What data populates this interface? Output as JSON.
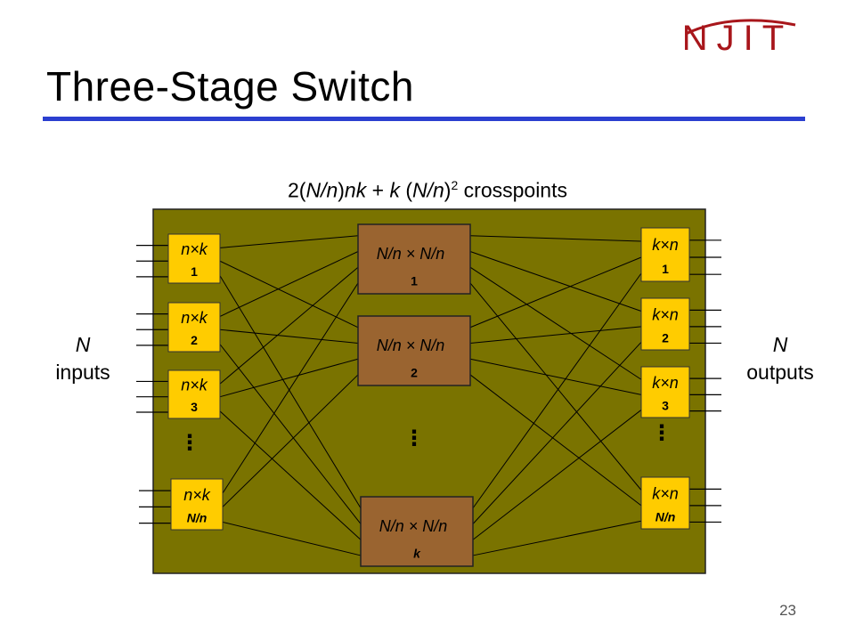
{
  "header": {
    "title": "Three-Stage Switch",
    "logo_text": "NJIT",
    "accent_color": "#2b3fd0",
    "logo_color": "#a8161b"
  },
  "diagram": {
    "formula": {
      "prefix": "2(",
      "n1": "N/n",
      "mid": ")",
      "nk": "nk",
      "plus": " + ",
      "k": "k",
      "paren_open": " (",
      "n2": "N/n",
      "paren_close": ")",
      "exp": "2",
      "suffix": " crosspoints"
    },
    "inputs": {
      "n": "N",
      "word": "inputs"
    },
    "outputs": {
      "n": "N",
      "word": "outputs"
    },
    "first_stage": [
      {
        "label": "n×k",
        "index": "1"
      },
      {
        "label": "n×k",
        "index": "2"
      },
      {
        "label": "n×k",
        "index": "3"
      },
      {
        "label": "n×k",
        "index": "N/n"
      }
    ],
    "middle_stage": [
      {
        "label": "N/n × N/n",
        "index": "1"
      },
      {
        "label": "N/n × N/n",
        "index": "2"
      },
      {
        "label": "N/n × N/n",
        "index": "k"
      }
    ],
    "third_stage": [
      {
        "label": "k×n",
        "index": "1"
      },
      {
        "label": "k×n",
        "index": "2"
      },
      {
        "label": "k×n",
        "index": "3"
      },
      {
        "label": "k×n",
        "index": "N/n"
      }
    ],
    "ellipsis": "⋮",
    "colors": {
      "panel": "#7a7300",
      "middle_box": "#9a6430",
      "small_box": "#ffcc00",
      "line": "#000000"
    }
  },
  "footer": {
    "page_number": "23"
  }
}
